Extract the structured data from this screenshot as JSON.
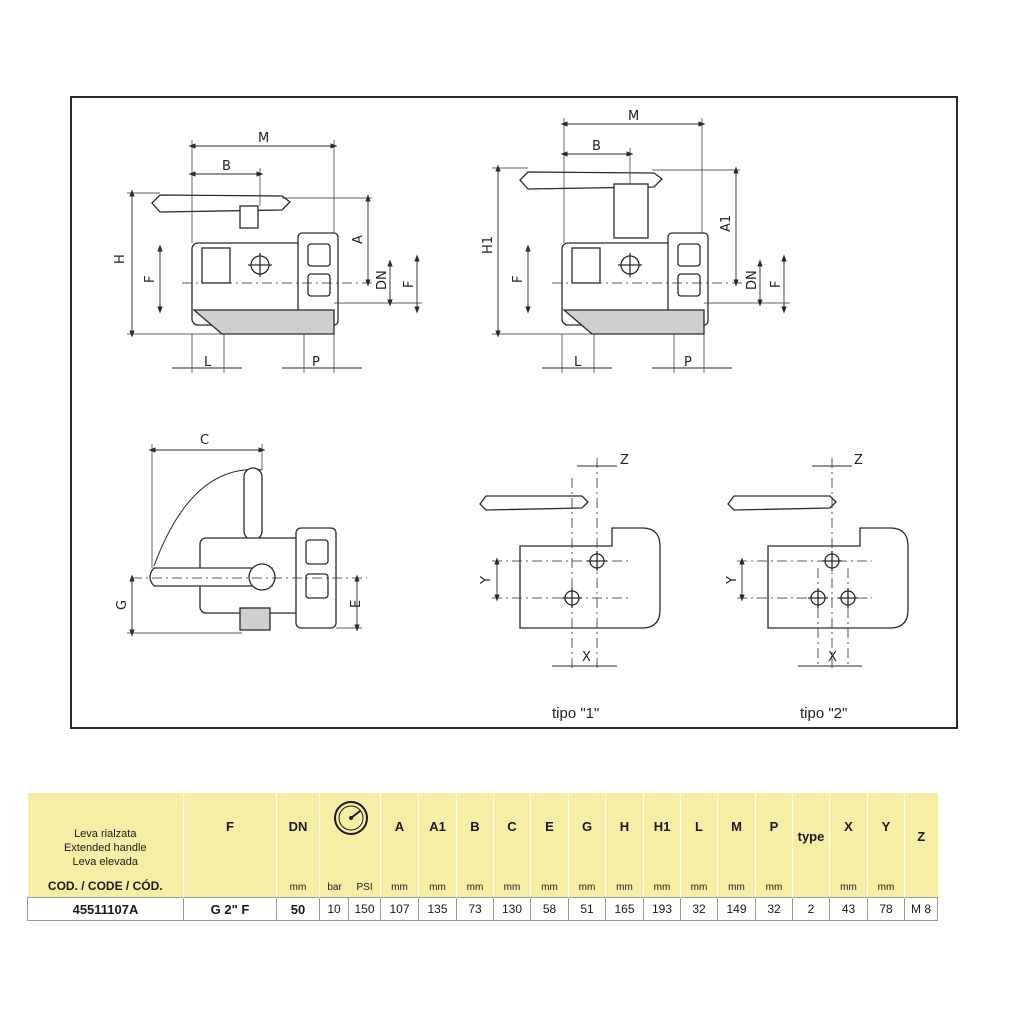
{
  "drawing": {
    "dim_labels": {
      "M": "M",
      "B": "B",
      "H": "H",
      "H1": "H1",
      "A": "A",
      "A1": "A1",
      "F": "F",
      "DN": "DN",
      "L": "L",
      "P": "P",
      "C": "C",
      "G": "G",
      "E": "E",
      "Z": "Z",
      "Y": "Y",
      "X": "X"
    },
    "caption_1": "tipo \"1\"",
    "caption_2": "tipo \"2\"",
    "line_color": "#2a2a2a",
    "fill_color": "#ffffff",
    "shade_color": "#cfcfcf"
  },
  "table": {
    "header_bg": "#f7eea6",
    "desc": {
      "line1": "Leva rialzata",
      "line2": "Extended handle",
      "line3": "Leva elevada",
      "code": "COD. / CODE / CÓD."
    },
    "col_F": "F",
    "col_DN": "DN",
    "unit_mm": "mm",
    "unit_bar": "bar",
    "unit_psi": "PSI",
    "pressure_icon": "pressure-gauge-icon",
    "cols": {
      "A": "A",
      "A1": "A1",
      "B": "B",
      "C": "C",
      "E": "E",
      "G": "G",
      "H": "H",
      "H1": "H1",
      "L": "L",
      "M": "M",
      "P": "P",
      "type": "type",
      "X": "X",
      "Y": "Y",
      "Z": "Z"
    },
    "row": {
      "code": "45511107A",
      "F": "G 2\" F",
      "DN": "50",
      "bar": "10",
      "psi": "150",
      "A": "107",
      "A1": "135",
      "B": "73",
      "C": "130",
      "E": "58",
      "G": "51",
      "H": "165",
      "H1": "193",
      "L": "32",
      "M": "149",
      "P": "32",
      "type": "2",
      "X": "43",
      "Y": "78",
      "Z": "M 8"
    }
  }
}
